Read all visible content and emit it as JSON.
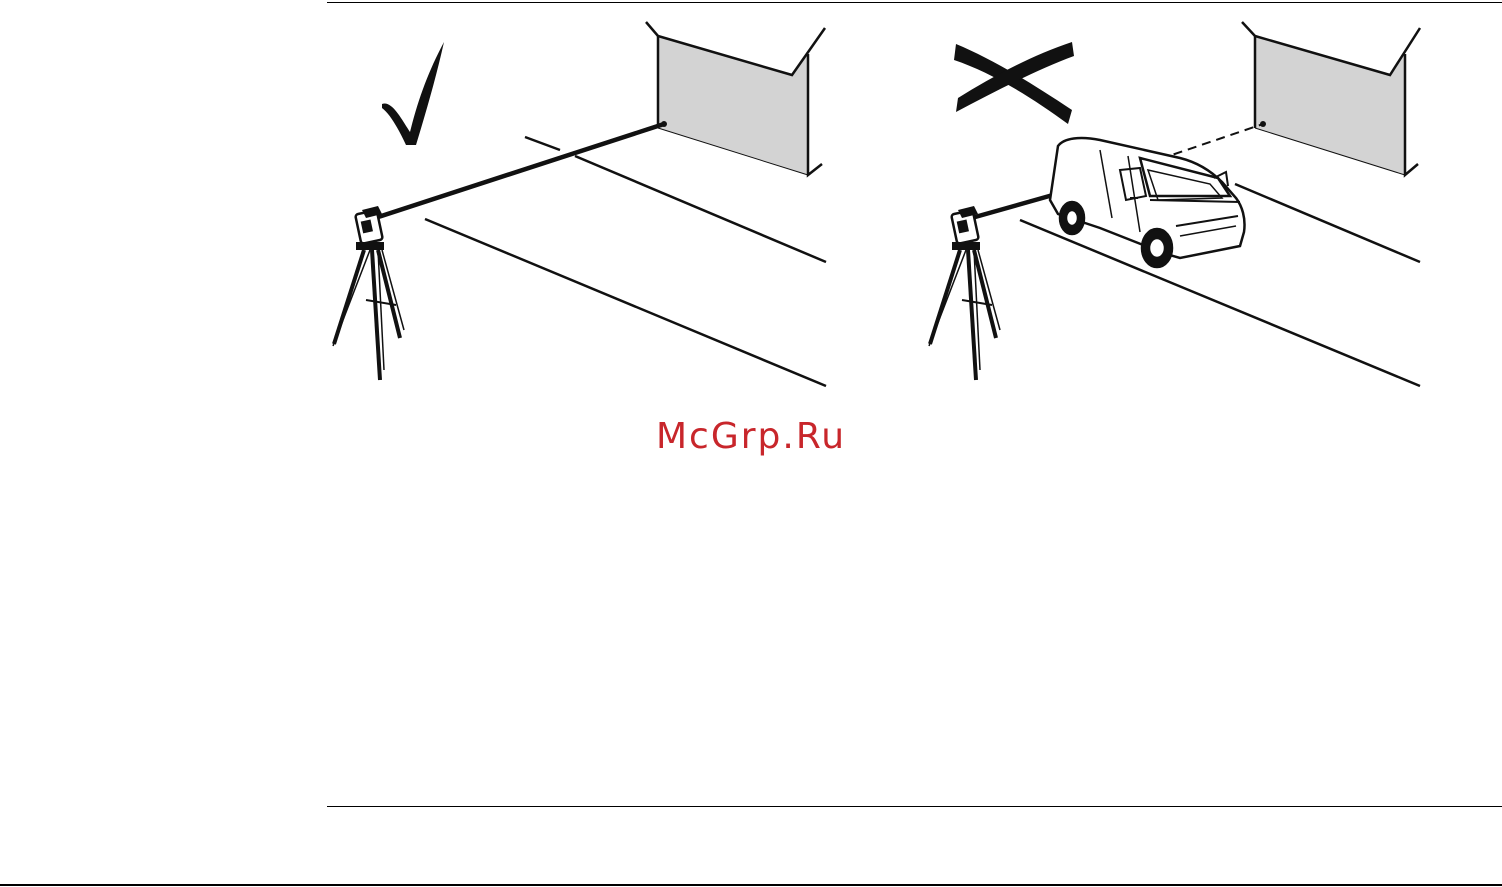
{
  "watermark": {
    "text": "McGrp.Ru",
    "color": "#c8262b"
  },
  "figure": {
    "left_panel": {
      "verdict_icon": "check-mark-icon",
      "target_wall": "wall-icon",
      "instrument": "total-station-on-tripod-icon",
      "beam": "clear-measurement-beam"
    },
    "right_panel": {
      "verdict_icon": "cross-mark-icon",
      "target_wall": "wall-icon",
      "instrument": "total-station-on-tripod-icon",
      "obstacle": "van-icon",
      "beam": "obstructed-measurement-beam"
    },
    "wall_fill": "#d3d3d3",
    "ink": "#111111"
  }
}
